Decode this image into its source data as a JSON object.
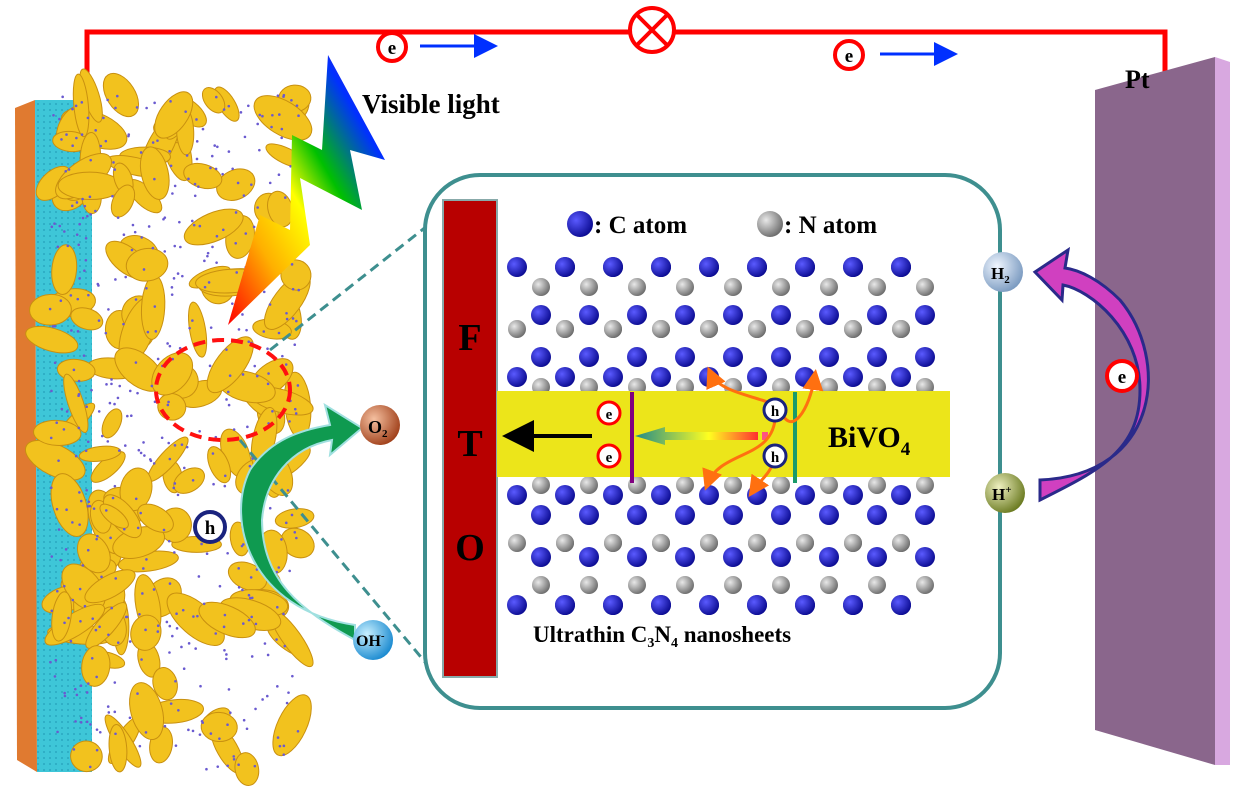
{
  "labels": {
    "visible_light": "Visible light",
    "pt": "Pt",
    "fto": [
      "F",
      "T",
      "O"
    ],
    "bivo4_main": "BiVO",
    "bivo4_sub": "4",
    "legend_c": ": C atom",
    "legend_n": ": N atom",
    "caption_a": "Ultrathin C",
    "caption_3": "3",
    "caption_b": "N",
    "caption_4": "4",
    "caption_c": " nanosheets",
    "electron": "e",
    "hole": "h",
    "o2": "O",
    "o2_sub": "2",
    "oh": "OH",
    "oh_sup": "-",
    "h2": "H",
    "h2_sub": "2",
    "hplus": "H",
    "hplus_sup": "+"
  },
  "colors": {
    "wire": "#ff0000",
    "carbon_atom": "#1010c8",
    "nitrogen_atom": "#8a8a8a",
    "fto": "#b80000",
    "bivo4": "#ece51a",
    "pt_plate": "#8a668c",
    "inset_border": "#3e8f8f",
    "nanostructure": "#f2c21e"
  }
}
